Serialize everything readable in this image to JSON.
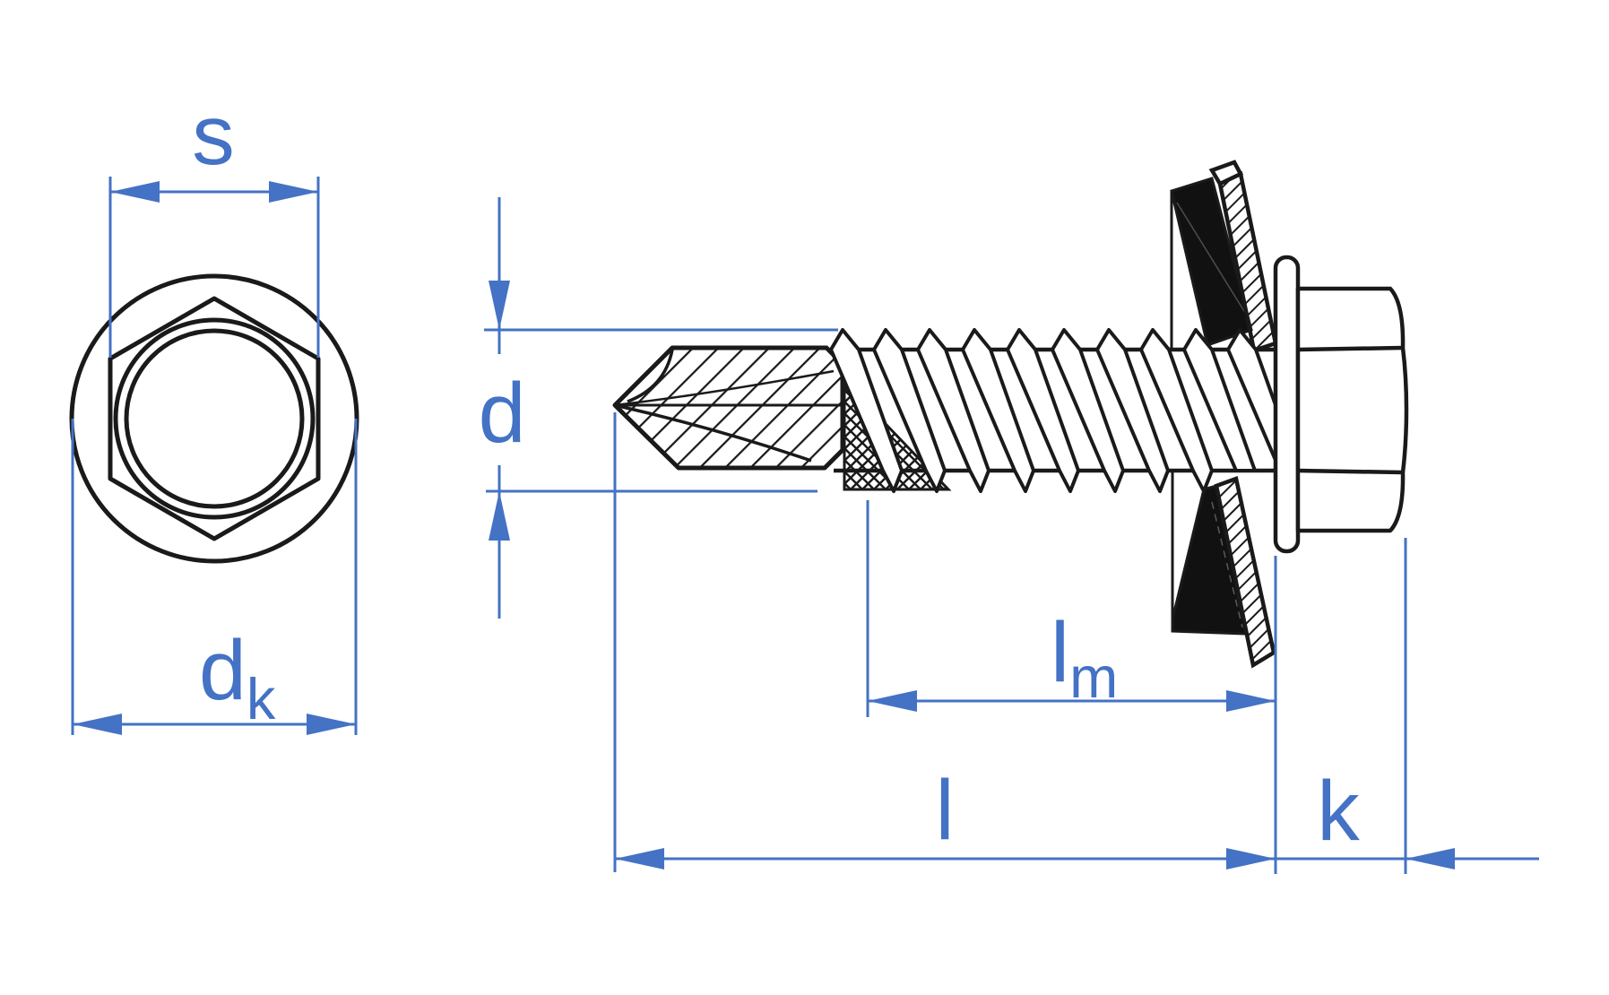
{
  "diagram": {
    "title": "hex-head-self-drilling-screw-with-sealing-washer-technical-drawing",
    "colors": {
      "dimension_accent": "#4472C4",
      "drawing_ink": "#1A1A1A",
      "seal_fill": "#111111",
      "background": "#FFFFFF"
    },
    "front_view": {
      "labels": {
        "s": "s",
        "dk_main": "d",
        "dk_sub": "k"
      }
    },
    "side_view": {
      "labels": {
        "d": "d",
        "lm_main": "l",
        "lm_sub": "m",
        "l": "l",
        "k": "k"
      }
    }
  }
}
